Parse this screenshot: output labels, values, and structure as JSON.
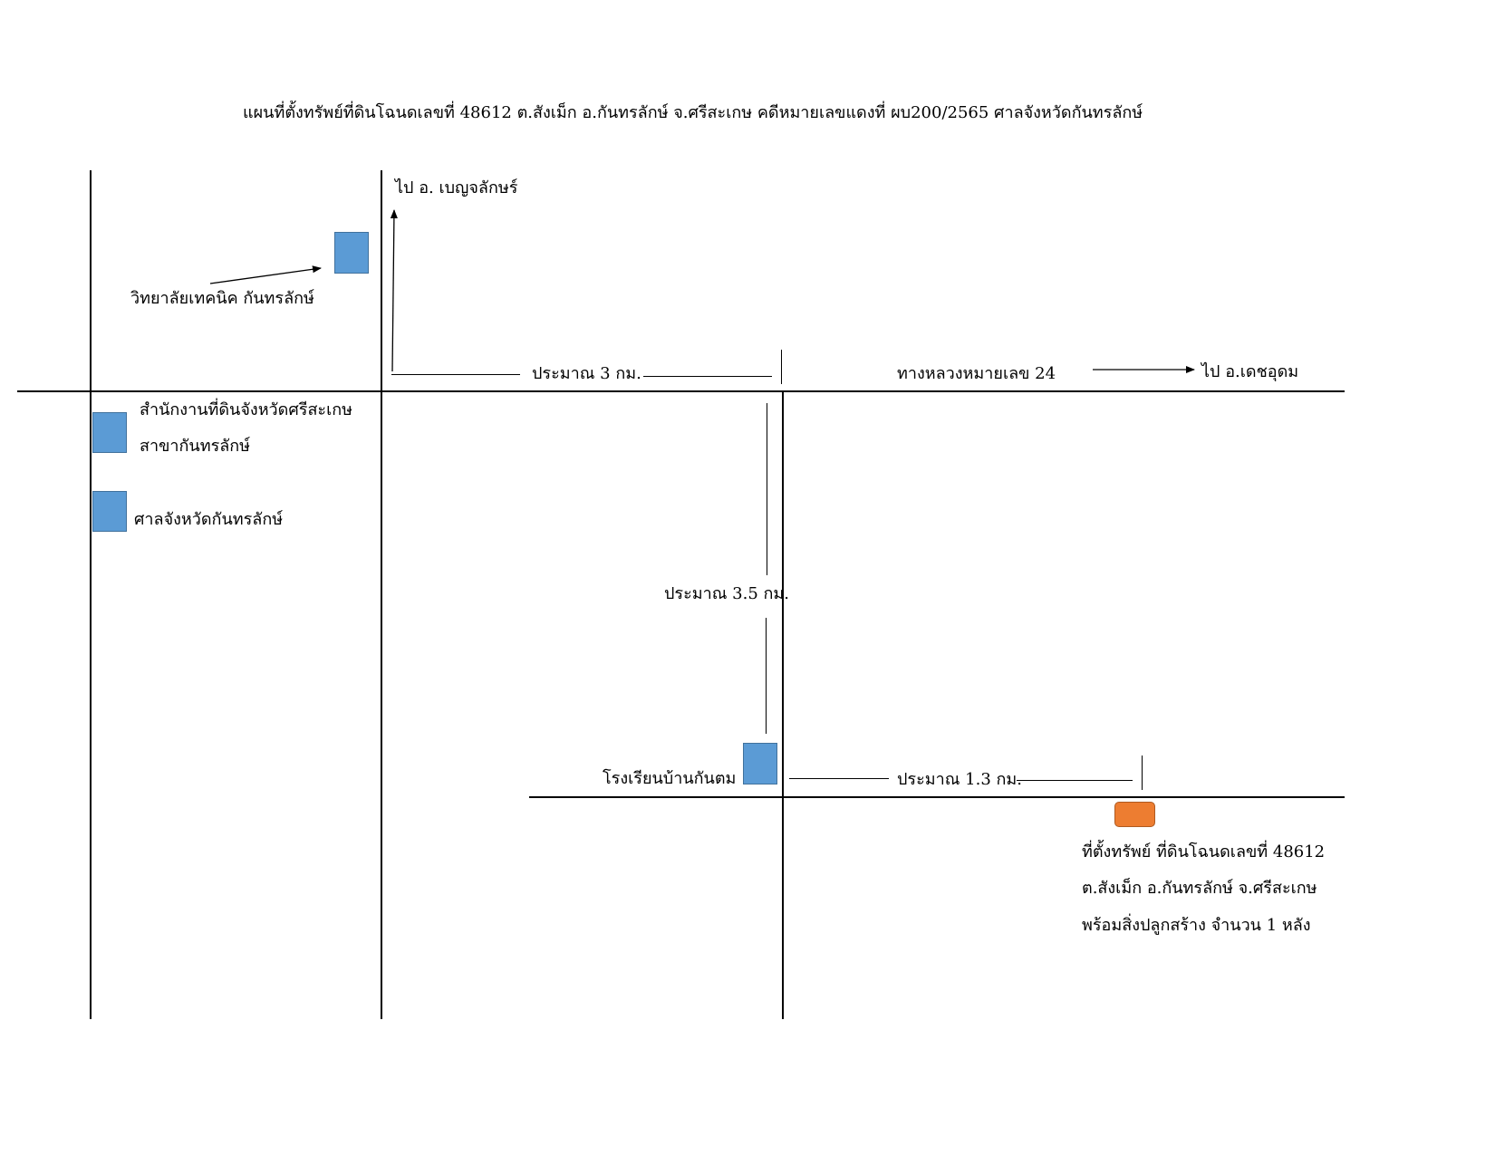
{
  "title": "แผนที่ตั้งทรัพย์ที่ดินโฉนดเลขที่  48612  ต.สังเม็ก  อ.กันทรลักษ์  จ.ศรีสะเกษ   คดีหมายเลขแดงที่ ผบ200/2565   ศาลจังหวัดกันทรลักษ์",
  "labels": {
    "to_benchalak": "ไป อ. เบญจลักษร์",
    "technical_college": "วิทยาลัยเทคนิค กันทรลักษ์",
    "approx_3km": "ประมาณ 3 กม.",
    "highway": "ทางหลวงหมายเลข 24",
    "to_dechudom": "ไป อ.เดชอุดม",
    "land_office_line1": "สำนักงานที่ดินจังหวัดศรีสะเกษ",
    "land_office_line2": "สาขากันทรลักษ์",
    "court": "ศาลจังหวัดกันทรลักษ์",
    "approx_3_5km": "ประมาณ   3.5  กม.",
    "school": "โรงเรียนบ้านกันตม",
    "approx_1_3km": "ประมาณ 1.3 กม.",
    "property_line1": "ที่ตั้งทรัพย์  ที่ดินโฉนดเลขที่ 48612",
    "property_line2": "ต.สังเม็ก อ.กันทรลักษ์ จ.ศรีสะเกษ",
    "property_line3": "พร้อมสิ่งปลูกสร้าง จำนวน 1 หลัง"
  },
  "colors": {
    "landmark": "#5b9bd5",
    "property": "#ed7d31"
  }
}
